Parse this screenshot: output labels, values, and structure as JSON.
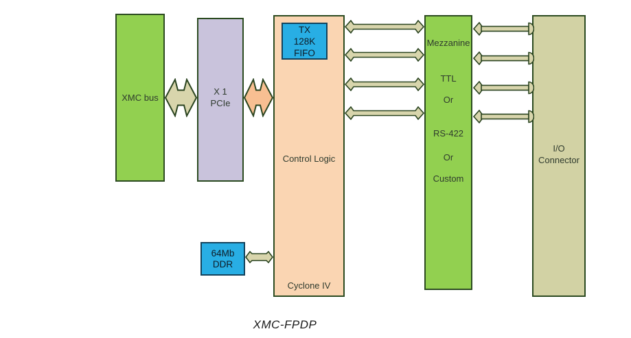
{
  "title": "XMC-FPDP",
  "colors": {
    "block_green": "#92D050",
    "block_lavender": "#C9C3DC",
    "block_peach": "#FAD5B2",
    "block_cyan": "#28AEE4",
    "block_tan": "#D2D2A4",
    "arrow_tan": "#D8D5AC",
    "arrow_orange": "#F8BF92",
    "outline_dark_green": "#2A4420"
  },
  "blocks": {
    "xmc_bus": {
      "label": "XMC bus"
    },
    "pcie": {
      "line1": "X 1",
      "line2": "PCIe"
    },
    "control_logic": {
      "label": "Control Logic",
      "sublabel": "Cyclone IV"
    },
    "tx_fifo": {
      "lines": [
        "TX",
        "128K",
        "FIFO"
      ]
    },
    "ddr": {
      "lines": [
        "64Mb",
        "DDR"
      ]
    },
    "mezzanine": {
      "lines": [
        "Mezzanine",
        "TTL",
        "Or",
        "RS-422",
        "Or",
        "Custom"
      ]
    },
    "io_connector": {
      "line1": "I/O",
      "line2": "Connector"
    }
  }
}
